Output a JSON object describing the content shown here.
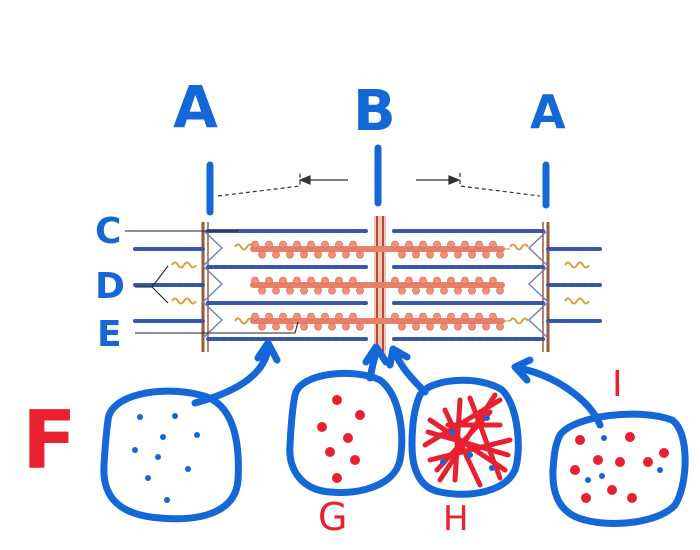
{
  "labels": {
    "a_left": "A",
    "b_center": "B",
    "a_right": "A",
    "c": "C",
    "d": "D",
    "e": "E",
    "f": "F",
    "g": "G",
    "h": "H",
    "i": "I"
  },
  "colors": {
    "annotation_blue": "#1467d6",
    "annotation_red": "#e8202f",
    "thin_filament": "#3656a8",
    "thick_filament": "#e8806a",
    "z_disc": "#9a5a3a",
    "titin": "#d9a23a"
  }
}
